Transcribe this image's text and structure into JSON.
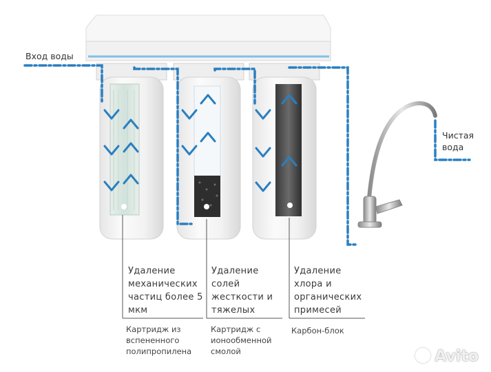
{
  "flow": {
    "inlet_label": "Вход воды",
    "outlet_label_line1": "Чистая",
    "outlet_label_line2": "вода"
  },
  "stages": [
    {
      "purpose_lines": [
        "Удаление",
        "механических",
        "частиц более 5",
        "мкм"
      ],
      "cartridge_lines": [
        "Картридж из",
        "вспененного",
        "полипропилена"
      ]
    },
    {
      "purpose_lines": [
        "Удаление",
        "солей",
        "жесткости и",
        "тяжелых"
      ],
      "cartridge_lines": [
        "Картридж с",
        "ионообменной",
        "смолой"
      ]
    },
    {
      "purpose_lines": [
        "Удаление",
        "хлора и",
        "органических",
        "примесей"
      ],
      "cartridge_lines": [
        "Карбон-блок"
      ]
    }
  ],
  "watermark": "Avito",
  "colors": {
    "flow": "#2a7fc0",
    "housing": "#f4f4f4",
    "sediment": "#dfe9e6",
    "resin": "#2e2e2e",
    "carbon": "#4a4a4a"
  }
}
